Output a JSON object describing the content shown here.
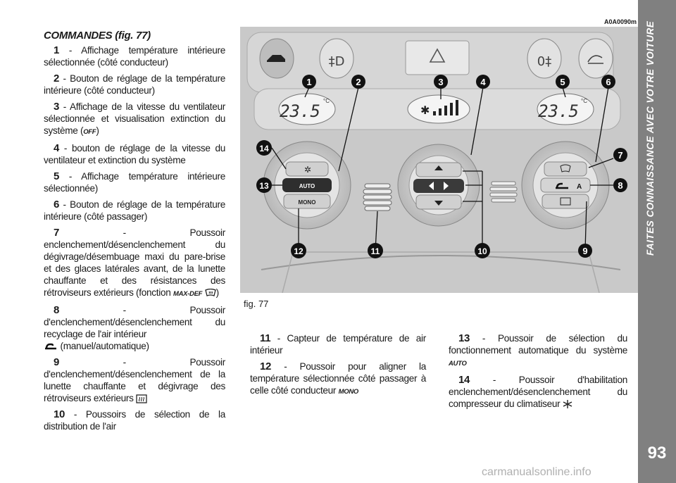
{
  "sidebar": {
    "title": "FAITES CONNAISSANCE AVEC VOTRE VOITURE",
    "page_number": "93"
  },
  "figure": {
    "code": "A0A0090m",
    "caption": "fig. 77",
    "callouts": [
      "1",
      "2",
      "3",
      "4",
      "5",
      "6",
      "7",
      "8",
      "9",
      "10",
      "11",
      "12",
      "13",
      "14"
    ],
    "display_left": "23.5",
    "display_right": "23.5",
    "unit": "°C",
    "label_auto": "AUTO",
    "label_mono": "MONO",
    "label_a": "A"
  },
  "col1": {
    "heading": "COMMANDES",
    "heading_ref": "(fig. 77)",
    "items": [
      {
        "num": "1",
        "text": " - Affichage température intérieure sélectionnée (côté conducteur)"
      },
      {
        "num": "2",
        "text": " - Bouton de réglage de la température intérieure (côté conducteur)"
      },
      {
        "num": "3",
        "text": " - Affichage de la vitesse du ventilateur sélectionnée et visualisation extinction du système (",
        "sc": "OFF",
        "after": ")"
      },
      {
        "num": "4",
        "text": " - bouton de réglage de la vitesse du ventilateur et extinction du système"
      },
      {
        "num": "5",
        "text": " - Affichage température intérieure sélectionnée)"
      },
      {
        "num": "6",
        "text": " - Bouton de réglage de la température intérieure (côté passager)"
      },
      {
        "num": "7",
        "text": " - Poussoir enclenchement/désenclenchement du dégivrage/désembuage maxi du pare-brise et des glaces latérales avant, de la lunette chauffante et des résistances des rétroviseurs extérieurs (fonction ",
        "sc": "MAX-DEF",
        "after": ")"
      },
      {
        "num": "8",
        "text": " - Poussoir d'enclenchement/désenclenchement du recyclage de l'air intérieur",
        "after": " (manuel/automatique)"
      },
      {
        "num": "9",
        "text": " - Poussoir d'enclenchement/désenclenchement de la lunette chauffante et dégivrage des rétroviseurs extérieurs"
      },
      {
        "num": "10",
        "text": " - Poussoirs de sélection de la distribution de l'air"
      }
    ]
  },
  "col2": {
    "items": [
      {
        "num": "11",
        "text": " - Capteur de température de air intérieur"
      },
      {
        "num": "12",
        "text": " - Poussoir pour aligner la température sélectionnée côté passager à celle côté conducteur ",
        "sc": "MONO"
      }
    ]
  },
  "col3": {
    "items": [
      {
        "num": "13",
        "text": " - Poussoir de sélection du fonctionnement automatique du système ",
        "sc": "AUTO"
      },
      {
        "num": "14",
        "text": " - Poussoir d'habilitation enclenchement/désenclenchement du compresseur du climatiseur"
      }
    ]
  },
  "watermark": "carmanualsonline.info"
}
